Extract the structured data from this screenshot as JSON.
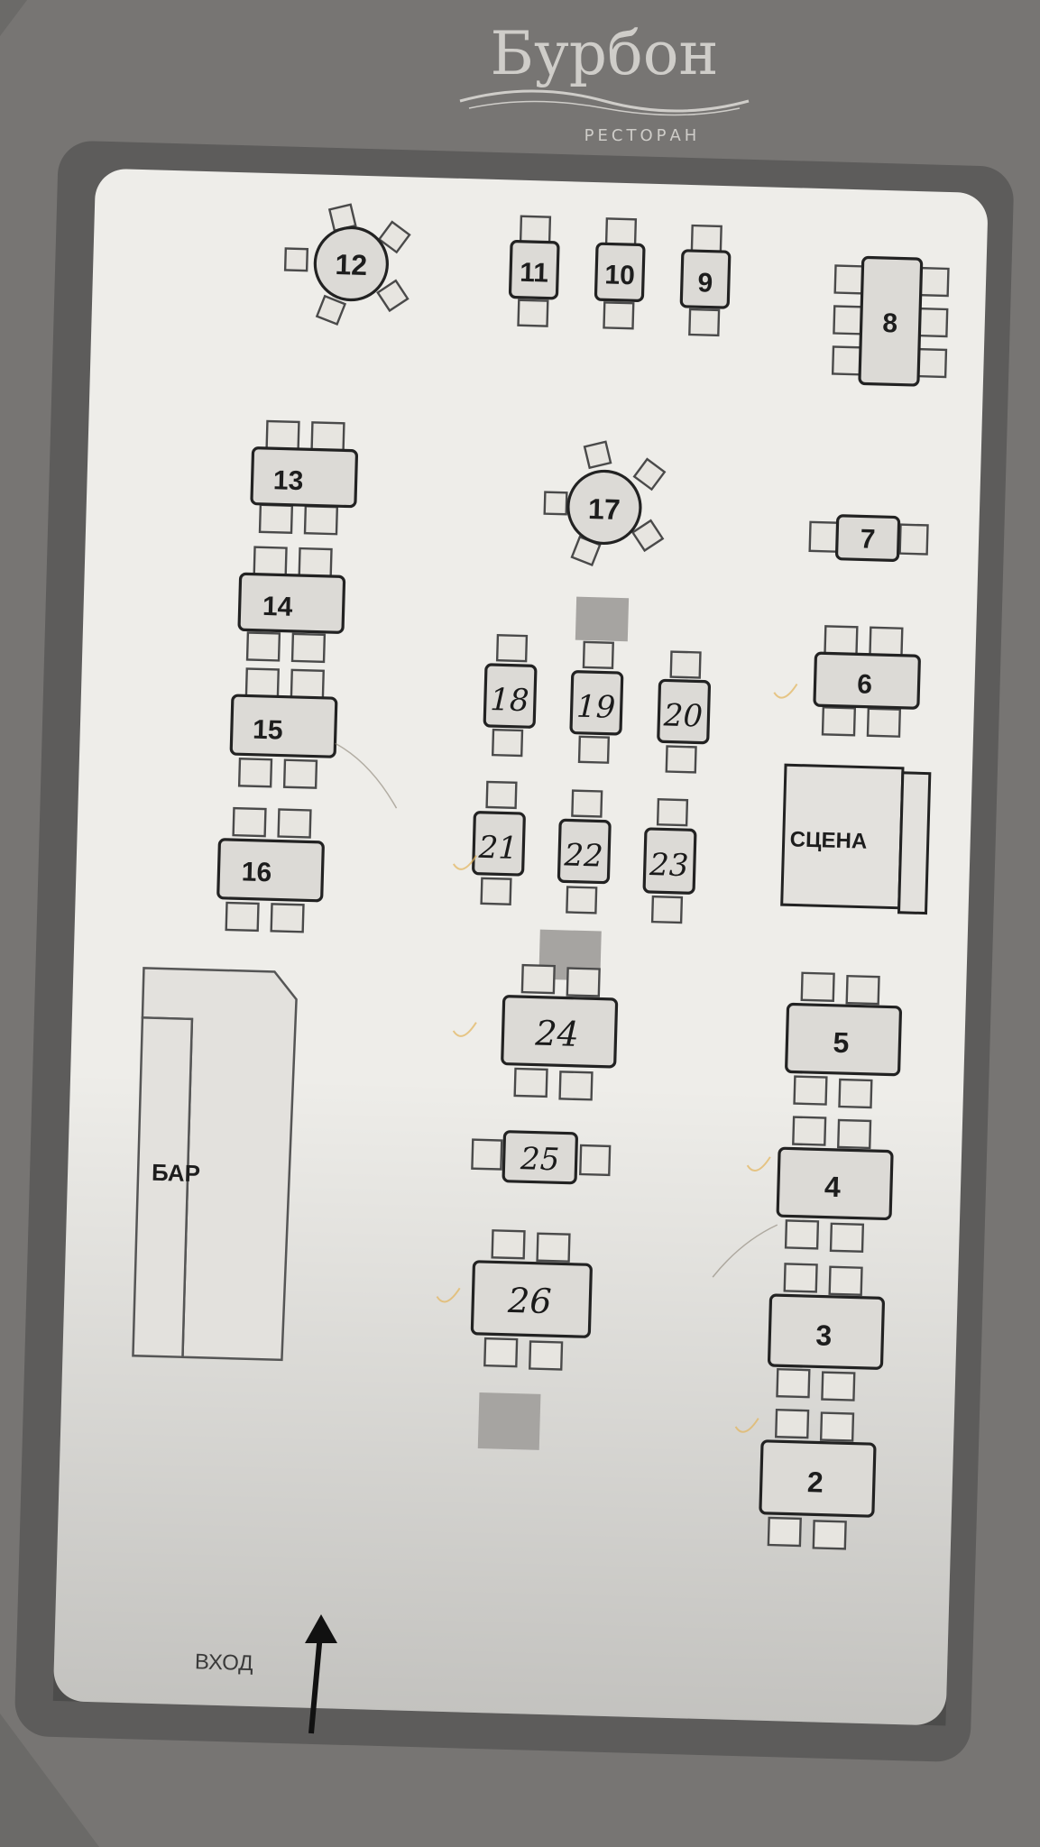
{
  "logo": {
    "name": "Бурбон",
    "subtitle": "РЕСТОРАН"
  },
  "labels": {
    "bar": "БАР",
    "stage": "СЦЕНА",
    "entrance": "ВХОД"
  },
  "tables": [
    {
      "id": "12",
      "shape": "round"
    },
    {
      "id": "11",
      "shape": "small"
    },
    {
      "id": "10",
      "shape": "small"
    },
    {
      "id": "9",
      "shape": "small"
    },
    {
      "id": "8",
      "shape": "long-vertical"
    },
    {
      "id": "13",
      "shape": "rect"
    },
    {
      "id": "17",
      "shape": "round"
    },
    {
      "id": "7",
      "shape": "small"
    },
    {
      "id": "14",
      "shape": "rect"
    },
    {
      "id": "6",
      "shape": "rect"
    },
    {
      "id": "15",
      "shape": "rect"
    },
    {
      "id": "16",
      "shape": "rect"
    },
    {
      "id": "18",
      "shape": "small",
      "handwritten": true
    },
    {
      "id": "19",
      "shape": "small",
      "handwritten": true
    },
    {
      "id": "20",
      "shape": "small",
      "handwritten": true
    },
    {
      "id": "21",
      "shape": "small",
      "handwritten": true
    },
    {
      "id": "22",
      "shape": "small",
      "handwritten": true
    },
    {
      "id": "23",
      "shape": "small",
      "handwritten": true
    },
    {
      "id": "24",
      "shape": "rect",
      "handwritten": true
    },
    {
      "id": "25",
      "shape": "small",
      "handwritten": true
    },
    {
      "id": "26",
      "shape": "rect",
      "handwritten": true
    },
    {
      "id": "5",
      "shape": "rect"
    },
    {
      "id": "4",
      "shape": "rect"
    },
    {
      "id": "3",
      "shape": "rect"
    },
    {
      "id": "2",
      "shape": "rect"
    }
  ],
  "colors": {
    "background": "#6e6c6b",
    "border": "#7d7b79",
    "floor": "#eeedea",
    "ink": "#1d1d1d"
  }
}
